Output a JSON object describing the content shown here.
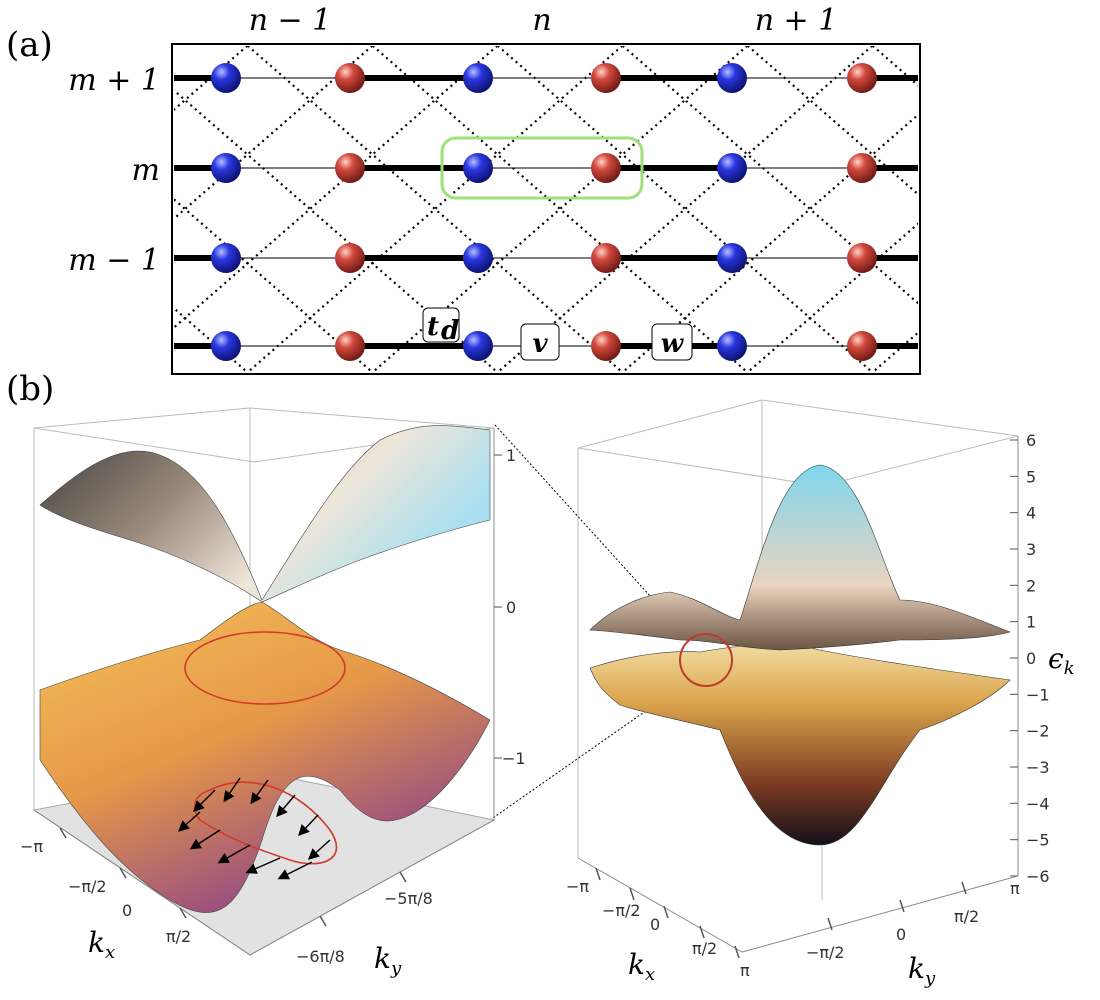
{
  "panels": {
    "a": {
      "label": "(a)",
      "col_labels": [
        "n − 1",
        "n",
        "n + 1"
      ],
      "row_labels": [
        "m + 1",
        "m",
        "m − 1"
      ],
      "hoppings": {
        "td": "t",
        "td_sub": "d",
        "v": "v",
        "w": "w"
      }
    },
    "b": {
      "label": "(b)",
      "left_plot": {
        "z_ticks": [
          "1",
          "0",
          "−1"
        ],
        "kx_ticks": [
          "−π",
          "−π/2",
          "0",
          "π/2"
        ],
        "ky_ticks": [
          "−5π/8",
          "−6π/8"
        ],
        "kx_label": "k",
        "kx_sub": "x",
        "ky_label": "k",
        "ky_sub": "y"
      },
      "right_plot": {
        "z_ticks": [
          "6",
          "5",
          "4",
          "3",
          "2",
          "1",
          "0",
          "−1",
          "−2",
          "−3",
          "−4",
          "−5",
          "−6"
        ],
        "z_label": "ϵ",
        "z_sub": "k",
        "kx_ticks": [
          "−π",
          "−π/2",
          "0",
          "π/2",
          "π"
        ],
        "ky_ticks": [
          "−π/2",
          "0",
          "π/2",
          "π"
        ],
        "kx_label": "k",
        "kx_sub": "x",
        "ky_label": "k",
        "ky_sub": "y"
      }
    }
  },
  "colors": {
    "blue_site": "#1f2fd0",
    "red_site": "#c8403a",
    "unit_cell": "#9fe07a",
    "zoom_circle": "#c03a2a"
  }
}
